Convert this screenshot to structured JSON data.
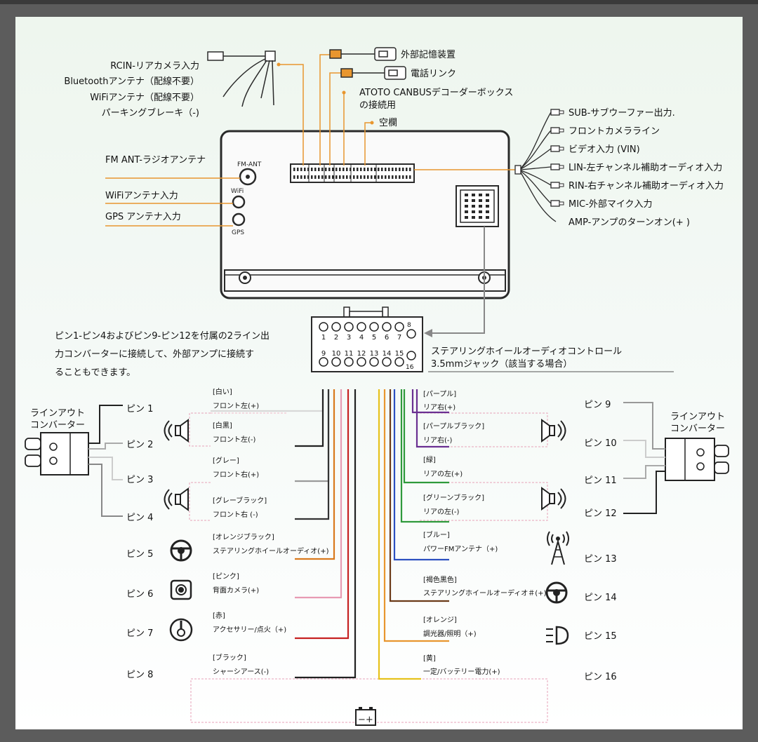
{
  "colors": {
    "orange": "#e8962f",
    "black": "#222222",
    "white_wire": "#d8d8d8",
    "gray": "#9a9a9a",
    "orange_wire": "#d9791d",
    "pink": "#e79bb3",
    "red": "#c62222",
    "yellow": "#e7c21c",
    "purple": "#6a2f91",
    "green": "#2f9a3c",
    "blue": "#2c50c0",
    "brown": "#6b3a18"
  },
  "top_left_labels": [
    "RCIN-リアカメラ入力",
    "Bluetoothアンテナ（配線不要）",
    "WiFiアンテナ（配線不要）",
    "パーキングブレーキ（-)"
  ],
  "top_mid_labels": {
    "external_storage": "外部記憶装置",
    "phone_link": "電話リンク",
    "canbus_1": "ATOTO CANBUSデコーダーボックス",
    "canbus_2": "の接続用",
    "empty": "空欄"
  },
  "antenna_labels": {
    "fm": "FM ANT-ラジオアンテナ",
    "wifi": "WiFiアンテナ入力",
    "gps": "GPS アンテナ入力"
  },
  "unit_labels": {
    "fm_ant": "FM-ANT",
    "wifi": "WiFi",
    "gps": "GPS"
  },
  "right_labels": [
    "SUB-サブウーファー出力.",
    "フロントカメラライン",
    "ビデオ入力 (VIN)",
    "LIN-左チャンネル補助オーディオ入力",
    "RIN-右チャンネル補助オーディオ入力",
    "MIC-外部マイク入力",
    "AMP-アンプのターンオン(+ )"
  ],
  "note_lines": [
    "ピン1-ピン4およびピン9-ピン12を付属の2ライン出",
    "力コンバーターに接続して、外部アンプに接続す",
    "ることもできます。"
  ],
  "connector": {
    "top_nums": [
      "1",
      "2",
      "3",
      "4",
      "5",
      "6",
      "7"
    ],
    "eight": "8",
    "bottom_nums": [
      "9",
      "10",
      "11",
      "12",
      "13",
      "14",
      "15"
    ],
    "sixteen": "16"
  },
  "steering_label": [
    "ステアリングホイールオーディオコントロール",
    "3.5mmジャック（該当する場合）"
  ],
  "converter_label": [
    "ラインアウト",
    "コンバーター"
  ],
  "left_pins": [
    {
      "pin": "ピン 1",
      "color": "[白い]",
      "desc": "フロント左(+)"
    },
    {
      "pin": "ピン 2",
      "color": "[白黒]",
      "desc": "フロント左(-)"
    },
    {
      "pin": "ピン 3",
      "color": "[グレー]",
      "desc": "フロント右(+)"
    },
    {
      "pin": "ピン 4",
      "color": "[グレーブラック]",
      "desc": "フロント右 (-)"
    },
    {
      "pin": "ピン 5",
      "color": "[オレンジブラック]",
      "desc": "ステアリングホイールオーディオ(+)"
    },
    {
      "pin": "ピン 6",
      "color": "[ピンク]",
      "desc": "背面カメラ(+)"
    },
    {
      "pin": "ピン 7",
      "color": "[赤]",
      "desc": "アクセサリー/点火（+)"
    },
    {
      "pin": "ピン 8",
      "color": "[ブラック]",
      "desc": "シャーシアース(-)"
    }
  ],
  "right_pins": [
    {
      "pin": "ピン 9",
      "color": "[パープル]",
      "desc": "リア右(+)"
    },
    {
      "pin": "ピン 10",
      "color": "[パープルブラック]",
      "desc": "リア右(-)"
    },
    {
      "pin": "ピン 11",
      "color": "[緑]",
      "desc": "リアの左(+)"
    },
    {
      "pin": "ピン 12",
      "color": "[グリーンブラック]",
      "desc": "リアの左(-)"
    },
    {
      "pin": "ピン 13",
      "color": "[ブルー]",
      "desc": "パワーFMアンテナ（+)"
    },
    {
      "pin": "ピン 14",
      "color": "[褐色黒色]",
      "desc": "ステアリングホイールオーディオ＃(+)"
    },
    {
      "pin": "ピン 15",
      "color": "[オレンジ]",
      "desc": "調光器/照明（+)"
    },
    {
      "pin": "ピン 16",
      "color": "[黄]",
      "desc": "一定/バッテリー電力(+)"
    }
  ],
  "battery_symbol": "−+"
}
